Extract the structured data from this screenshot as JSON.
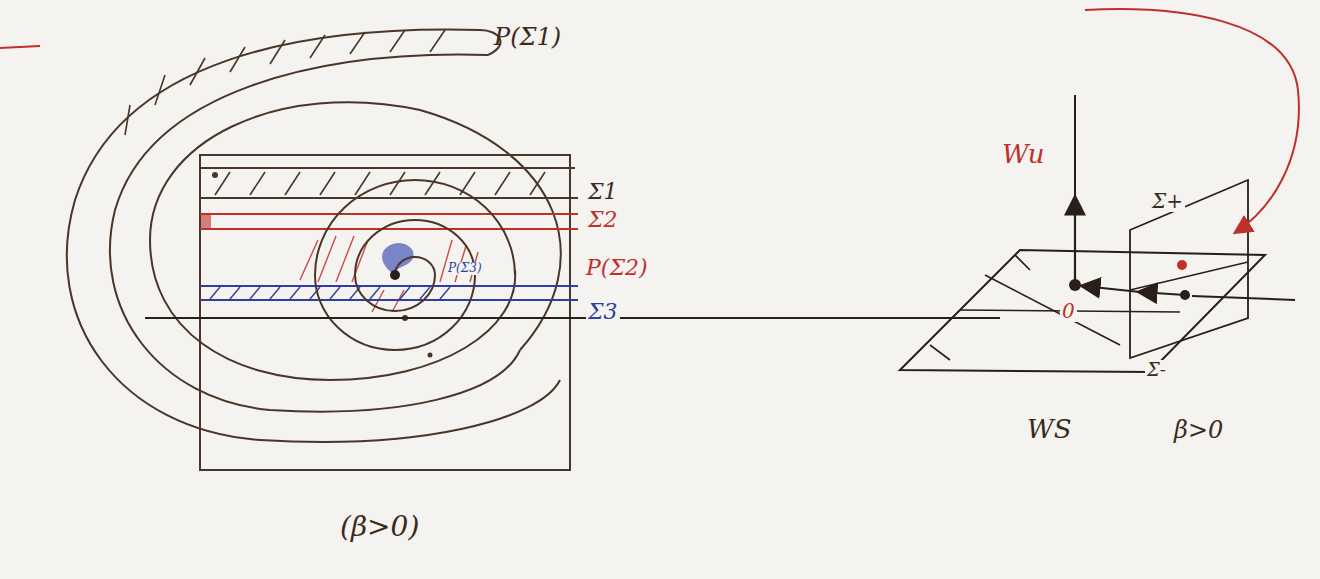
{
  "diagram": {
    "labels": [
      "P(Σ1)",
      "Σ1",
      "Σ2",
      "P(Σ2)",
      "Σ3",
      "P(Σ3)",
      "(β>0)",
      "Wu",
      "0",
      "Σ+",
      "Σ-",
      "WS",
      "β>0"
    ]
  }
}
